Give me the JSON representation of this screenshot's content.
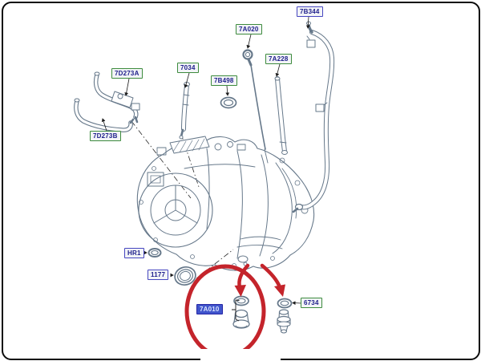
{
  "diagram": {
    "type": "parts-diagram",
    "description": "Automatic transaxle assembly exploded parts diagram with drain plug highlighted",
    "colors": {
      "line": "#66788a",
      "annotation_red": "#c4242b",
      "label_border_green": "#3d8b3d",
      "label_border_blue": "#4646c0",
      "label_text_navy": "#20208c",
      "selected_fill": "#4055cc",
      "selected_text": "#dbe6ff",
      "label_background": "#f2f4f7"
    },
    "labels": [
      {
        "id": "7D273A",
        "text": "7D273A",
        "style": "green",
        "part": "oil-cooler-tube-upper"
      },
      {
        "id": "7D273B",
        "text": "7D273B",
        "style": "green",
        "part": "oil-cooler-tube-lower"
      },
      {
        "id": "7034",
        "text": "7034",
        "style": "green",
        "part": "breather-tube"
      },
      {
        "id": "7B498",
        "text": "7B498",
        "style": "green",
        "part": "o-ring"
      },
      {
        "id": "7A020",
        "text": "7A020",
        "style": "green",
        "part": "fluid-level-indicator"
      },
      {
        "id": "7A228",
        "text": "7A228",
        "style": "green",
        "part": "indicator-tube"
      },
      {
        "id": "7B344",
        "text": "7B344",
        "style": "blue",
        "part": "hose-assembly"
      },
      {
        "id": "HR1",
        "text": "HR1",
        "style": "blue",
        "part": "small-o-ring"
      },
      {
        "id": "1177",
        "text": "1177",
        "style": "blue",
        "part": "shaft-seal"
      },
      {
        "id": "7A010",
        "text": "7A010",
        "style": "selected",
        "part": "drain-plug-and-washer"
      },
      {
        "id": "6734",
        "text": "6734",
        "style": "green",
        "part": "sensor-with-seal"
      }
    ],
    "highlight": {
      "selected_part": "7A010",
      "marker": "red-circle-and-two-arrows"
    }
  }
}
